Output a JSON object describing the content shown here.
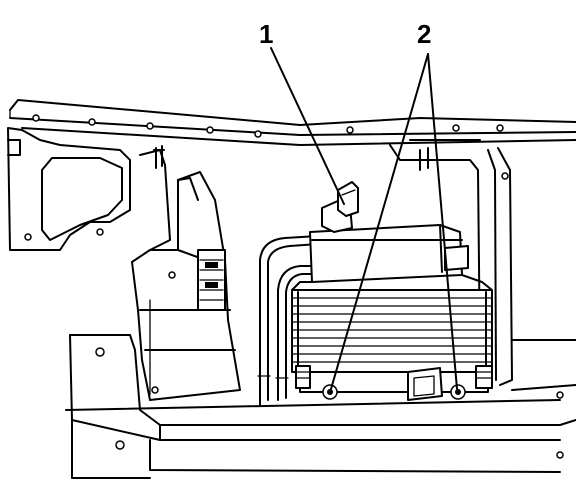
{
  "figure": {
    "callouts": [
      {
        "id": "callout-1",
        "label": "1"
      },
      {
        "id": "callout-2",
        "label": "2"
      }
    ]
  }
}
